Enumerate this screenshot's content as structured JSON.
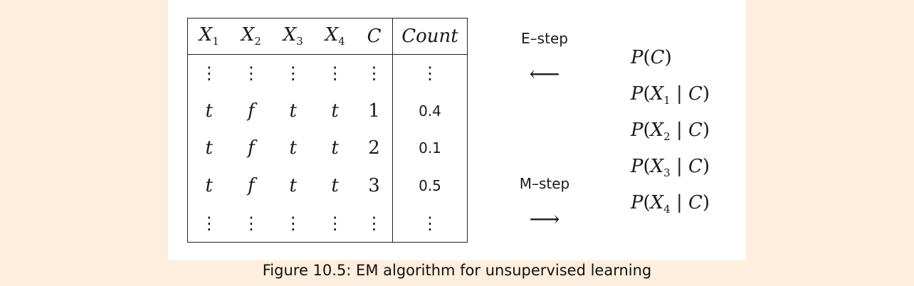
{
  "table": {
    "headers": [
      {
        "base": "X",
        "sub": "1"
      },
      {
        "base": "X",
        "sub": "2"
      },
      {
        "base": "X",
        "sub": "3"
      },
      {
        "base": "X",
        "sub": "4"
      },
      {
        "base": "C",
        "sub": ""
      }
    ],
    "count_header": "Count",
    "rows": [
      {
        "cells": [
          "t",
          "f",
          "t",
          "t",
          "1"
        ],
        "count": "0.4"
      },
      {
        "cells": [
          "t",
          "f",
          "t",
          "t",
          "2"
        ],
        "count": "0.1"
      },
      {
        "cells": [
          "t",
          "f",
          "t",
          "t",
          "3"
        ],
        "count": "0.5"
      }
    ],
    "ellipsis": "⋮"
  },
  "estep": {
    "label": "E–step",
    "arrow": "⟵"
  },
  "mstep": {
    "label": "M–step",
    "arrow": "⟶"
  },
  "params": [
    {
      "var": "C",
      "sub": "",
      "given": ""
    },
    {
      "var": "X",
      "sub": "1",
      "given": "C"
    },
    {
      "var": "X",
      "sub": "2",
      "given": "C"
    },
    {
      "var": "X",
      "sub": "3",
      "given": "C"
    },
    {
      "var": "X",
      "sub": "4",
      "given": "C"
    }
  ],
  "caption": "Figure 10.5: EM algorithm for unsupervised learning"
}
